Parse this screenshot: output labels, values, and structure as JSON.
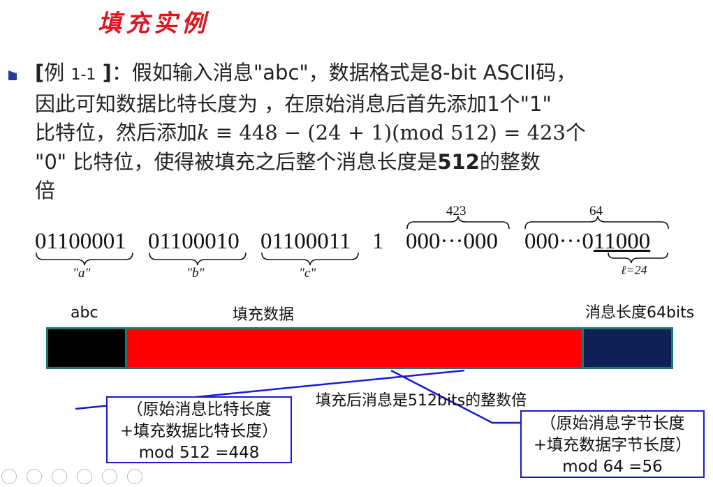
{
  "title": "填充实例",
  "paragraph": {
    "bracket_open": "[",
    "example_prefix": "例",
    "example_num": "1-1",
    "bracket_close": "]",
    "line1_rest": "：假如输入消息\"abc\"，数据格式是8-bit ASCII码，",
    "line2": "因此可知数据比特长度为 ，在原始消息后首先添加1个\"1\"",
    "line3_a": "比特位，然后添加",
    "line3_k": "k",
    "line3_formula": " ≡ 448 − (24 + 1)(mod 512) = 423",
    "line3_end": "个",
    "line4_a": "\"0\" 比特位，使得被填充之后整个消息长度是",
    "line4_bold": "512",
    "line4_b": "的整数",
    "line5": "倍"
  },
  "bits": {
    "a_bits": "01100001",
    "b_bits": "01100010",
    "c_bits": "01100011",
    "one": "1",
    "zeros": "000···000",
    "length_prefix": "000···0",
    "length_tail": "11000",
    "a_label": "\"a\"",
    "b_label": "\"b\"",
    "c_label": "\"c\"",
    "zeros_count": "423",
    "length_count": "64",
    "ell_label": "ℓ=24"
  },
  "bar": {
    "abc_label": "abc",
    "padding_label": "填充数据",
    "length_label": "消息长度64bits",
    "colors": {
      "abc": "#000000",
      "padding": "#ff0000",
      "length": "#0d2157",
      "border": "#1f7a6e"
    }
  },
  "note_center": "填充后消息是512bits的整数倍",
  "box_left": {
    "line1": "（原始消息比特长度",
    "line2": "+填充数据比特长度）",
    "line3": "mod 512 =448"
  },
  "box_right": {
    "line1": "（原始消息字节长度",
    "line2": "+填充数据字节长度）",
    "line3": "mod 64 =56"
  },
  "toolbar_icons": [
    "prev-icon",
    "play-icon",
    "pen-icon",
    "print-icon",
    "search-icon",
    "more-icon"
  ]
}
